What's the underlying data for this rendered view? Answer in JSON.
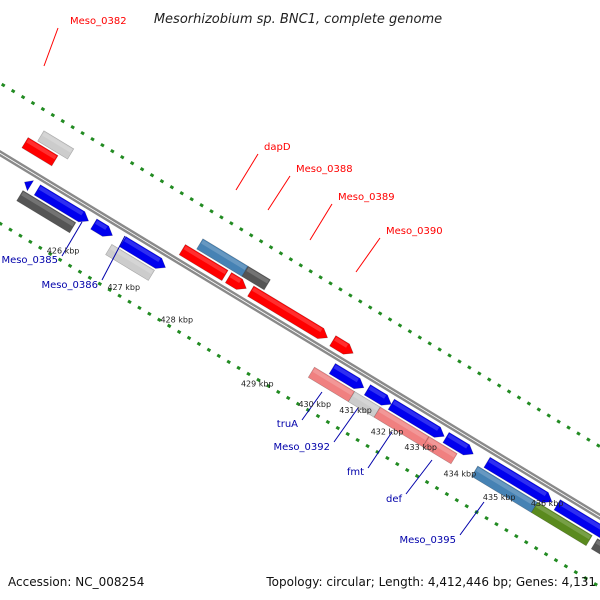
{
  "title": "Mesorhizobium sp. BNC1, complete genome",
  "accession": "Accession: NC_008254",
  "summary": "Topology: circular; Length: 4,412,446 bp; Genes: 4,131",
  "colors": {
    "red": "#ff0000",
    "pink": "#f08080",
    "blue": "#0000ee",
    "steel": "#4682b4",
    "dark_gray": "#555555",
    "light_gray": "#cccccc",
    "olive": "#5a8a1e",
    "backbone": "#888888",
    "dots": "#228b22"
  },
  "ticks": [
    {
      "label": "426 kbp"
    },
    {
      "label": "427 kbp"
    },
    {
      "label": "428 kbp"
    },
    {
      "label": "429 kbp"
    },
    {
      "label": "430 kbp"
    },
    {
      "label": "431 kbp"
    },
    {
      "label": "432 kbp"
    },
    {
      "label": "433 kbp"
    },
    {
      "label": "434 kbp"
    },
    {
      "label": "435 kbp"
    },
    {
      "label": "436 kbp"
    }
  ],
  "gene_labels": [
    {
      "name": "Meso_0382",
      "strand": "forward"
    },
    {
      "name": "dapD",
      "strand": "forward"
    },
    {
      "name": "Meso_0388",
      "strand": "forward"
    },
    {
      "name": "Meso_0389",
      "strand": "forward"
    },
    {
      "name": "Meso_0390",
      "strand": "forward"
    },
    {
      "name": "Meso_0385",
      "strand": "reverse"
    },
    {
      "name": "Meso_0386",
      "strand": "reverse"
    },
    {
      "name": "truA",
      "strand": "reverse"
    },
    {
      "name": "Meso_0392",
      "strand": "reverse"
    },
    {
      "name": "fmt",
      "strand": "reverse"
    },
    {
      "name": "def",
      "strand": "reverse"
    },
    {
      "name": "Meso_0395",
      "strand": "reverse"
    }
  ]
}
